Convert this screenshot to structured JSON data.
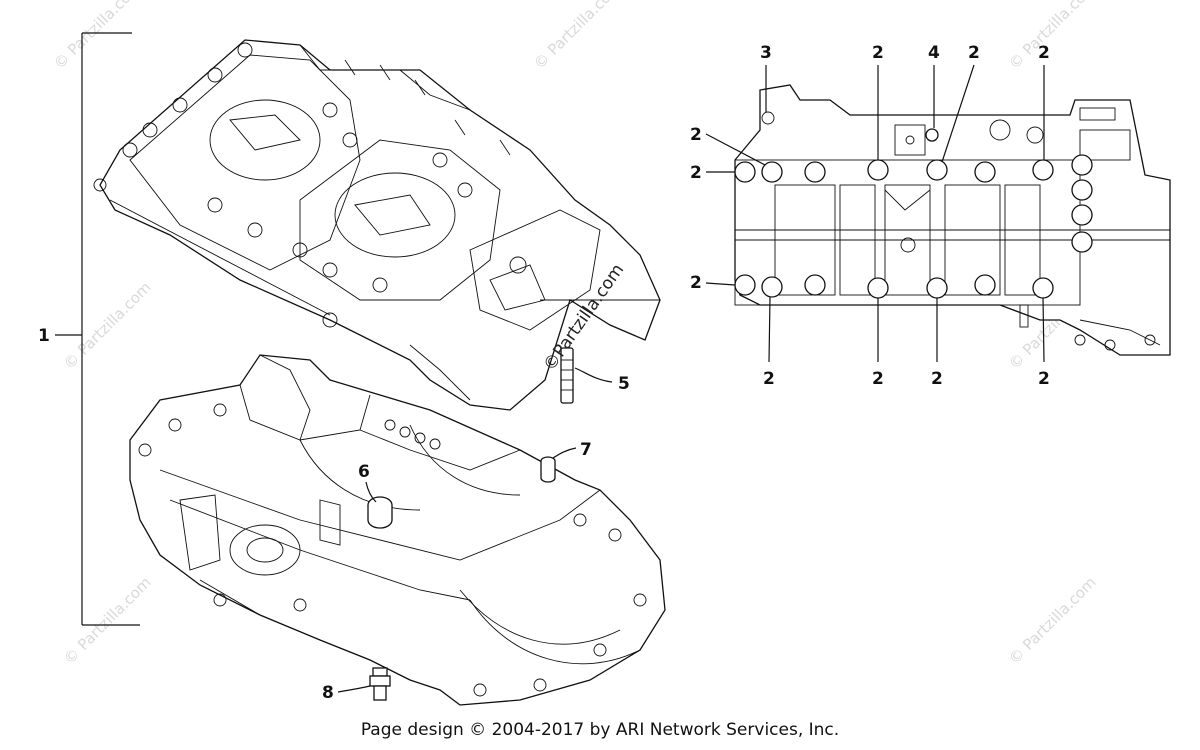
{
  "watermark": {
    "site": "Partzilla.com",
    "symbol": "©"
  },
  "callouts": {
    "c1": "1",
    "c2": "2",
    "c3": "3",
    "c4": "4",
    "c5": "5",
    "c6": "6",
    "c7": "7",
    "c8": "8"
  },
  "footer": {
    "copyright": "Page design © 2004-2017 by ARI Network Services, Inc."
  }
}
